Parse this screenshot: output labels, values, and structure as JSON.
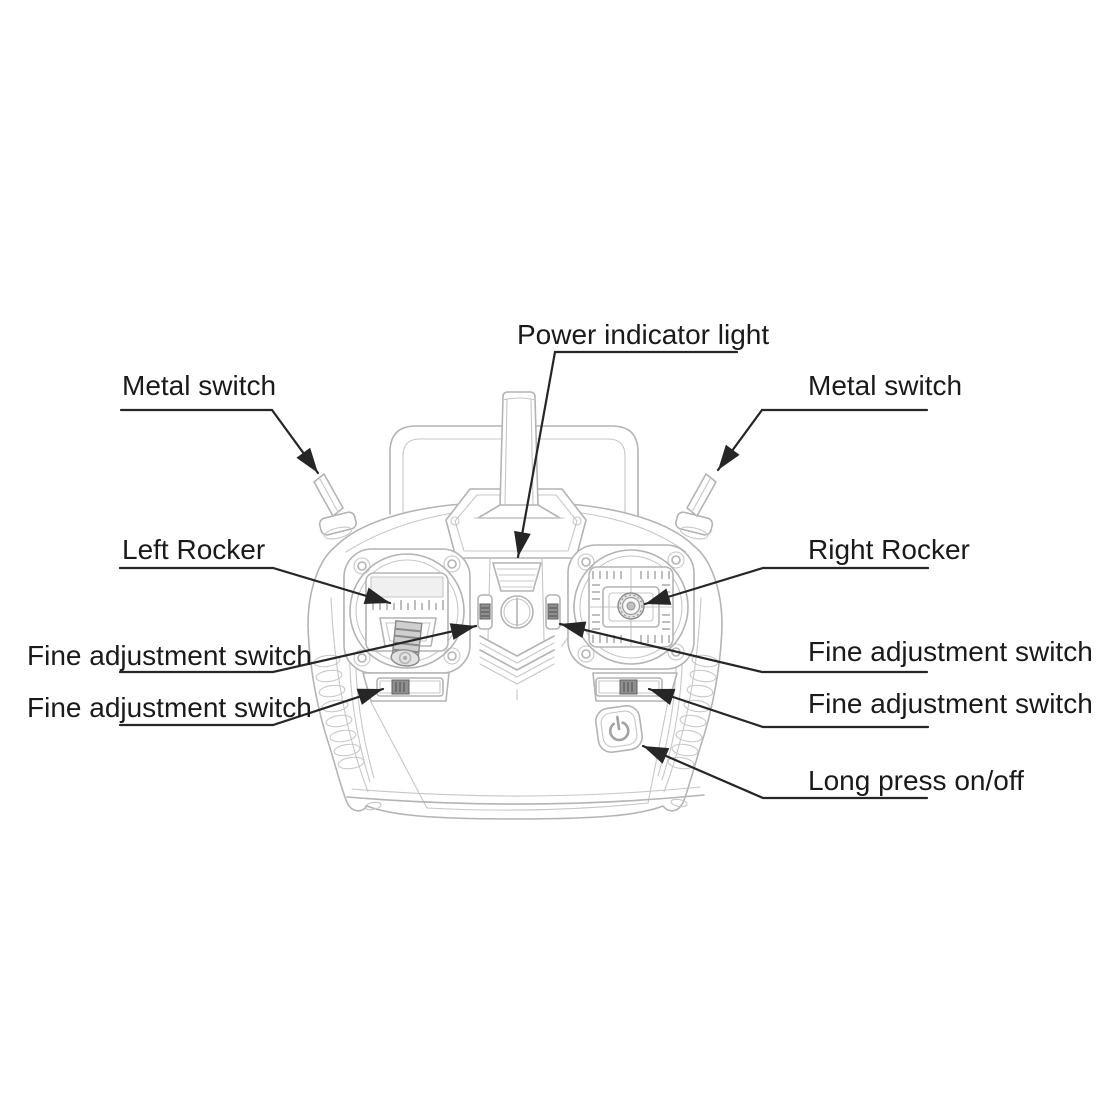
{
  "diagram": {
    "subject": "Remote controller transmitter parts callout diagram",
    "colors": {
      "background": "#ffffff",
      "device_line": "#b4b4b4",
      "device_line_soft": "#c7c7c7",
      "knob_dark": "#8f8f8f",
      "leader_line": "#262626",
      "label_text": "#1a1a1a"
    },
    "icons": {
      "power-icon": "⏻"
    },
    "callouts": [
      {
        "text": "Power indicator light",
        "target": "power-indicator-grille"
      },
      {
        "text": "Metal switch",
        "target": "metal-switch-left"
      },
      {
        "text": "Metal switch",
        "target": "metal-switch-right"
      },
      {
        "text": "Left Rocker",
        "target": "left-rocker"
      },
      {
        "text": "Right Rocker",
        "target": "right-rocker"
      },
      {
        "text": "Fine adjustment switch",
        "target": "left-vertical-trim-slider"
      },
      {
        "text": "Fine adjustment switch",
        "target": "left-horizontal-trim-slider"
      },
      {
        "text": "Fine adjustment switch",
        "target": "right-vertical-trim-slider"
      },
      {
        "text": "Fine adjustment switch",
        "target": "right-horizontal-trim-slider"
      },
      {
        "text": "Long press on/off",
        "target": "power-button"
      }
    ]
  }
}
